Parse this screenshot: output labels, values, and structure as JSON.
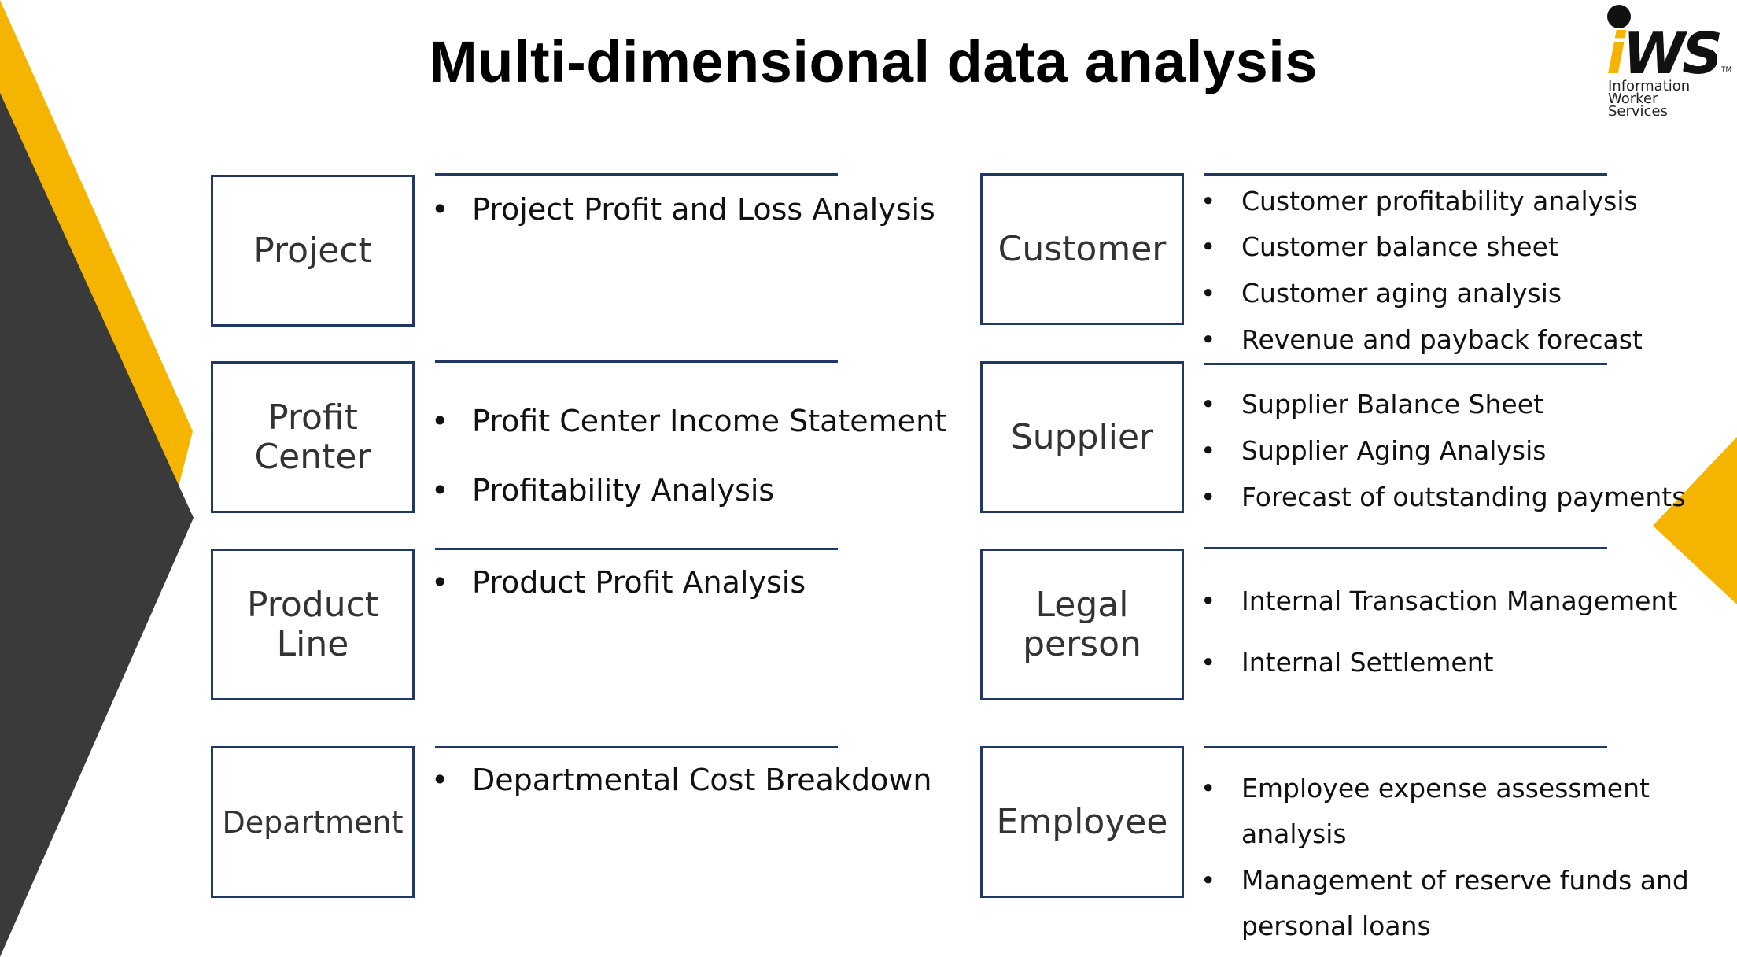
{
  "title": "Multi-dimensional data analysis",
  "logo": {
    "letter": "i",
    "letters": "WS",
    "tm": "TM",
    "subtitle": "Information\nWorker\nServices"
  },
  "colors": {
    "accent": "#f5b400",
    "dark": "#3a3a3a",
    "navy": "#1f3864"
  },
  "bullet": "•",
  "left_dimensions": [
    {
      "label": "Project",
      "items": [
        "Project Profit and Loss Analysis"
      ]
    },
    {
      "label": "Profit\nCenter",
      "items": [
        "Profit Center Income Statement",
        "Profitability Analysis"
      ]
    },
    {
      "label": "Product\nLine",
      "items": [
        "Product Profit Analysis"
      ]
    },
    {
      "label": "Department",
      "items": [
        "Departmental Cost Breakdown"
      ]
    }
  ],
  "right_dimensions": [
    {
      "label": "Customer",
      "items": [
        "Customer profitability analysis",
        "Customer balance sheet",
        "Customer aging analysis",
        "Revenue and payback forecast"
      ]
    },
    {
      "label": "Supplier",
      "items": [
        "Supplier Balance Sheet",
        "Supplier Aging Analysis",
        "Forecast of outstanding payments"
      ]
    },
    {
      "label": "Legal\nperson",
      "items": [
        "Internal Transaction Management",
        "Internal Settlement"
      ]
    },
    {
      "label": "Employee",
      "items": [
        "Employee expense assessment",
        "analysis",
        "Management of reserve funds and",
        "personal loans"
      ]
    }
  ]
}
